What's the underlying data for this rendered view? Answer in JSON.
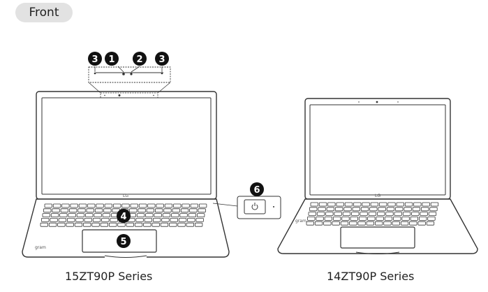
{
  "section": {
    "label": "Front"
  },
  "callouts": {
    "dual_mic": "3",
    "camera": "1",
    "camera_led": "2",
    "keyboard": "4",
    "touchpad": "5",
    "power_button": "6"
  },
  "models": {
    "left": "15ZT90P Series",
    "right": "14ZT90P Series"
  },
  "brand_mark": "LG",
  "colors": {
    "line": "#333333",
    "badge": "#111111",
    "tab": "#e2e2e2"
  }
}
